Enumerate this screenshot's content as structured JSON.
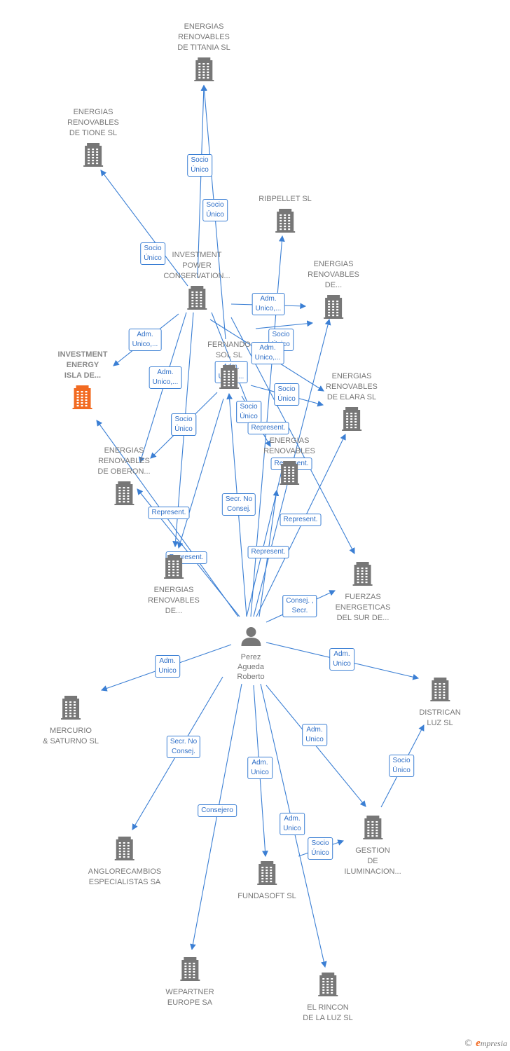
{
  "colors": {
    "edge": "#3b7fd4",
    "building": "#777777",
    "focus_building": "#f26a21",
    "label_text": "#2f6fc7"
  },
  "nodes": [
    {
      "id": "titania",
      "type": "company",
      "name": "ENERGIAS\nRENOVABLES\nDE TITANIA  SL"
    },
    {
      "id": "tione",
      "type": "company",
      "name": "ENERGIAS\nRENOVABLES\nDE TIONE  SL"
    },
    {
      "id": "ribpellet",
      "type": "company",
      "name": "RIBPELLET SL"
    },
    {
      "id": "ipc",
      "type": "company",
      "name": "INVESTMENT\nPOWER\nCONSERVATION..."
    },
    {
      "id": "erde",
      "type": "company",
      "name": "ENERGIAS\nRENOVABLES\nDE..."
    },
    {
      "id": "iei",
      "type": "company",
      "name": "INVESTMENT\nENERGY\nISLA DE...",
      "focus": true
    },
    {
      "id": "fernando",
      "type": "company",
      "name": "FERNANDO\nSOL SL"
    },
    {
      "id": "elara",
      "type": "company",
      "name": "ENERGIAS\nRENOVABLES\nDE ELARA  SL"
    },
    {
      "id": "oberon",
      "type": "company",
      "name": "ENERGIAS\nRENOVABLES\nDE OBERON..."
    },
    {
      "id": "ermid",
      "type": "company",
      "name": "ENERGIAS\nRENOVABLES"
    },
    {
      "id": "erbot",
      "type": "company",
      "name": "ENERGIAS\nRENOVABLES\nDE..."
    },
    {
      "id": "fuerzas",
      "type": "company",
      "name": "FUERZAS\nENERGETICAS\nDEL SUR DE..."
    },
    {
      "id": "person",
      "type": "person",
      "name": "Perez\nAgueda\nRoberto"
    },
    {
      "id": "mercurio",
      "type": "company",
      "name": "MERCURIO\n& SATURNO  SL"
    },
    {
      "id": "districan",
      "type": "company",
      "name": "DISTRICAN\nLUZ SL"
    },
    {
      "id": "anglo",
      "type": "company",
      "name": "ANGLORECAMBIOS\nESPECIALISTAS SA"
    },
    {
      "id": "fundasoft",
      "type": "company",
      "name": "FUNDASOFT SL"
    },
    {
      "id": "gestion",
      "type": "company",
      "name": "GESTION\nDE\nILUMINACION..."
    },
    {
      "id": "wepartner",
      "type": "company",
      "name": "WEPARTNER\nEUROPE SA"
    },
    {
      "id": "rincon",
      "type": "company",
      "name": "EL RINCON\nDE LA LUZ SL"
    }
  ],
  "edges": [
    {
      "from": "ipc",
      "to": "titania",
      "label": "Socio\nÚnico"
    },
    {
      "from": "fernando",
      "to": "titania",
      "label": "Socio\nÚnico"
    },
    {
      "from": "ipc",
      "to": "tione",
      "label": "Socio\nÚnico"
    },
    {
      "from": "person",
      "to": "ribpellet",
      "label": ""
    },
    {
      "from": "ipc",
      "to": "erde",
      "label": "Adm.\nUnico,..."
    },
    {
      "from": "fernando",
      "to": "erde",
      "label": "Socio\nÚnico"
    },
    {
      "from": "ipc",
      "to": "iei",
      "label": "Adm.\nUnico,..."
    },
    {
      "from": "ipc",
      "to": "oberon",
      "label": "Adm.\nUnico,..."
    },
    {
      "from": "ipc",
      "to": "elara",
      "label": "Adm.\nUnico,..."
    },
    {
      "from": "fernando",
      "to": "elara",
      "label": "Socio\nÚnico"
    },
    {
      "from": "ipc",
      "to": "ermid",
      "label": "Adm.\nUnico,..."
    },
    {
      "from": "fernando",
      "to": "ermid",
      "label": "Socio\nÚnico"
    },
    {
      "from": "fernando",
      "to": "oberon",
      "label": "Socio\nÚnico"
    },
    {
      "from": "ipc",
      "to": "erbot",
      "label": "Socio\nÚnico"
    },
    {
      "from": "fernando",
      "to": "erbot",
      "label": "Socio\nÚnico"
    },
    {
      "from": "ipc",
      "to": "fuerzas",
      "label": "Consej. ,\nSecr."
    },
    {
      "from": "person",
      "to": "iei",
      "label": "Represent."
    },
    {
      "from": "person",
      "to": "oberon",
      "label": "Represent."
    },
    {
      "from": "person",
      "to": "fernando",
      "label": "Secr.  No\nConsej."
    },
    {
      "from": "person",
      "to": "elara",
      "label": "Represent."
    },
    {
      "from": "person",
      "to": "erde",
      "label": "Represent."
    },
    {
      "from": "person",
      "to": "ermid",
      "label": "Represent."
    },
    {
      "from": "person",
      "to": "erbot",
      "label": "Represent."
    },
    {
      "from": "person",
      "to": "fuerzas",
      "label": "Consej. ,\nSecr."
    },
    {
      "from": "person",
      "to": "mercurio",
      "label": "Adm.\nUnico"
    },
    {
      "from": "person",
      "to": "districan",
      "label": "Adm.\nUnico"
    },
    {
      "from": "person",
      "to": "anglo",
      "label": "Secr.  No\nConsej."
    },
    {
      "from": "person",
      "to": "fundasoft",
      "label": "Adm.\nUnico"
    },
    {
      "from": "person",
      "to": "gestion",
      "label": "Adm.\nUnico"
    },
    {
      "from": "person",
      "to": "wepartner",
      "label": "Consejero"
    },
    {
      "from": "person",
      "to": "rincon",
      "label": "Adm.\nUnico"
    },
    {
      "from": "gestion",
      "to": "districan",
      "label": "Socio\nÚnico"
    },
    {
      "from": "rincon",
      "to": "gestion",
      "label": "Socio\nÚnico"
    }
  ],
  "watermark": {
    "copyright": "©",
    "brand_initial": "e",
    "brand_rest": "mpresia"
  }
}
